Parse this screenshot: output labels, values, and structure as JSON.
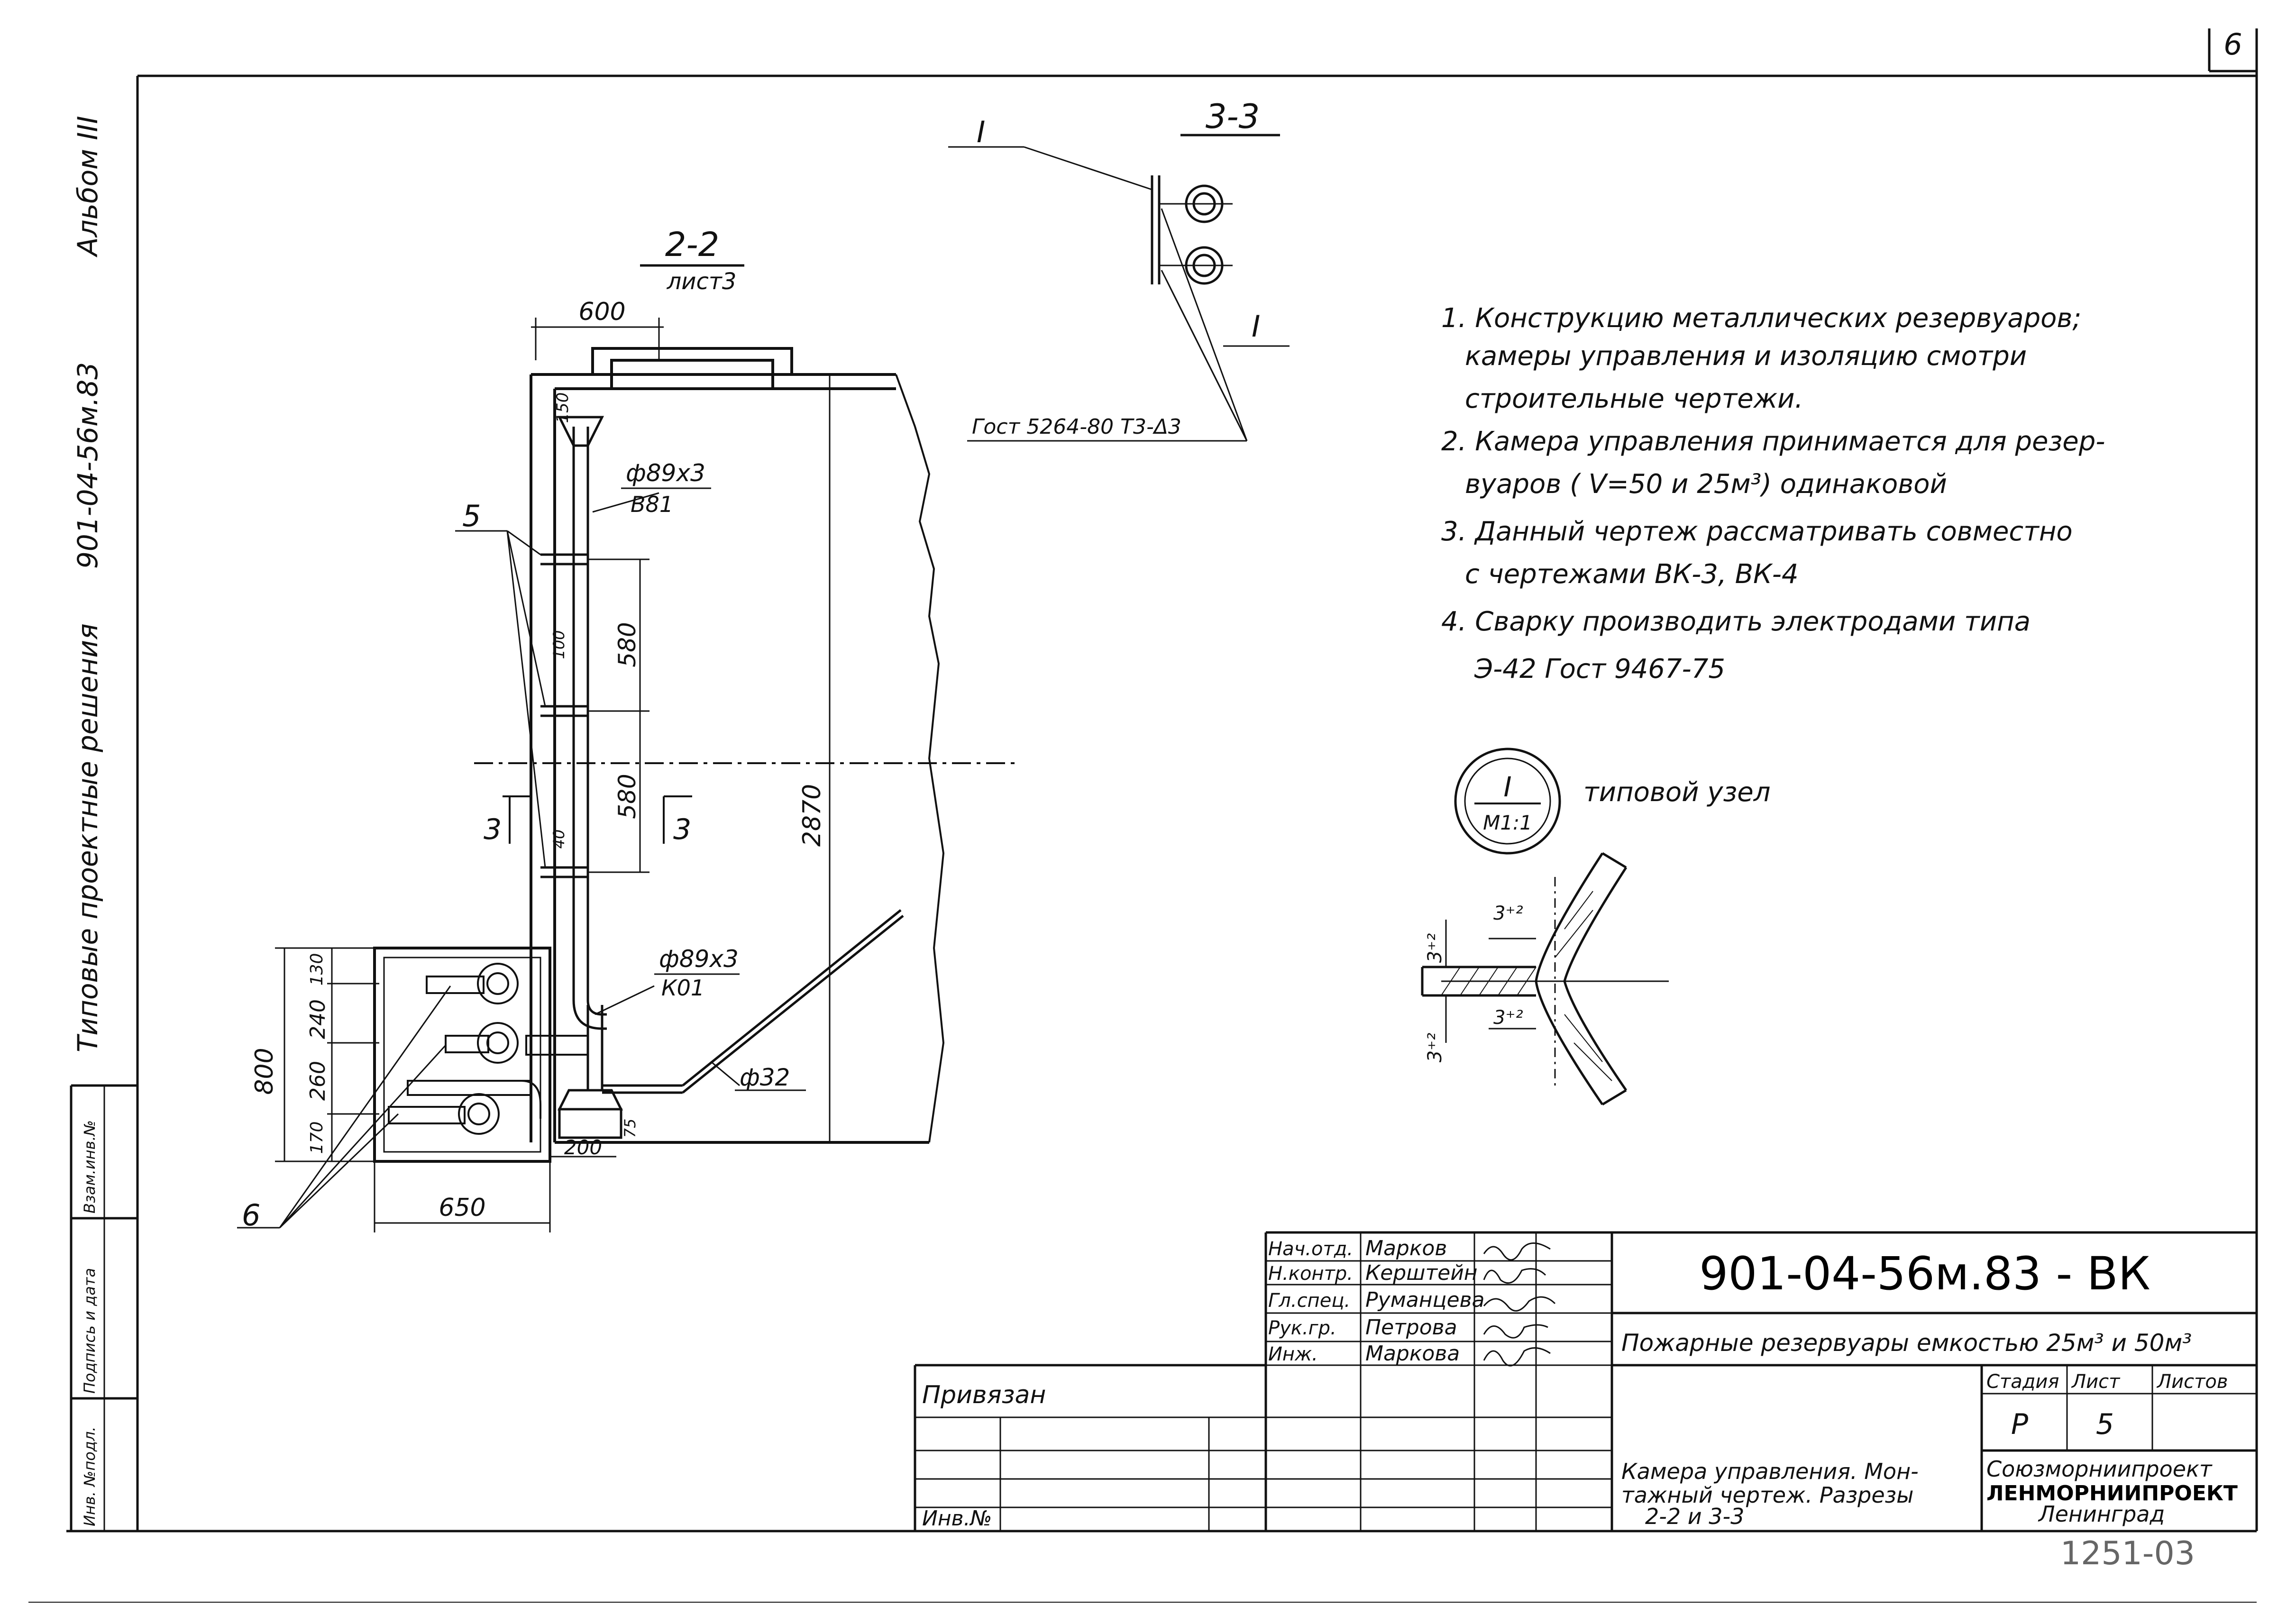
{
  "sheet_corner_number": "6",
  "side_margin": {
    "album": "Альбом III",
    "project_code": "901-04-56м.83",
    "series": "Типовые проектные решения",
    "cells": [
      "Инв. №подл.",
      "Подпись и дата",
      "Взам.инв.№"
    ]
  },
  "section_2_2": {
    "title": "2-2",
    "subtitle": "лист3",
    "dim_top": "600",
    "dim_150": "150",
    "pipe_upper": "ф89х3",
    "pipe_upper_code": "В81",
    "dim_580_a": "580",
    "dim_580_b": "580",
    "dim_100": "100",
    "dim_40": "40",
    "dim_2870": "2870",
    "leader_5": "5",
    "cut_mark_left": "3",
    "cut_mark_right": "3",
    "pipe_lower": "ф89х3",
    "pipe_lower_code": "К01",
    "pipe_drain": "ф32",
    "dim_800": "800",
    "dim_130": "130",
    "dim_240": "240",
    "dim_260": "260",
    "dim_170": "170",
    "dim_75": "75",
    "dim_200": "200",
    "dim_650": "650",
    "leader_6": "6"
  },
  "section_3_3": {
    "title": "3-3",
    "callout_top": "I",
    "callout_bottom": "I",
    "weld_note": "Гост 5264-80 Т3-Δ3"
  },
  "notes": [
    "1. Конструкцию металлических резервуаров;",
    "камеры управления и изоляцию смотри",
    "строительные чертежи.",
    "2. Камера управления принимается для резер-",
    "вуаров ( V=50 и 25м³) одинаковой",
    "3. Данный чертеж рассматривать совместно",
    "с чертежами ВК-3, ВК-4",
    "4. Сварку производить электродами типа",
    "Э-42 Гост 9467-75"
  ],
  "detail": {
    "label": "I",
    "scale": "М1:1",
    "caption": "типовой узел",
    "weld_top_a": "3⁺²",
    "weld_top_b": "3⁺²",
    "weld_bot_a": "3⁺²",
    "weld_bot_b": "3⁺²"
  },
  "title_block": {
    "signatures": [
      {
        "role": "Нач.отд.",
        "name": "Марков"
      },
      {
        "role": "Н.контр.",
        "name": "Керштейн"
      },
      {
        "role": "Гл.спец.",
        "name": "Руманцева"
      },
      {
        "role": "Рук.гр.",
        "name": "Петрова"
      },
      {
        "role": "Инж.",
        "name": "Маркова"
      }
    ],
    "code": "901-04-56м.83 - ВК",
    "project_title": "Пожарные резервуары емкостью 25м³ и 50м³",
    "privyazan": "Привязан",
    "inv_no": "Инв.№",
    "headers": [
      "Стадия",
      "Лист",
      "Листов"
    ],
    "stage": "Р",
    "sheet": "5",
    "sheets": "",
    "sheet_title": [
      "Камера управления. Мон-",
      "тажный чертеж. Разрезы",
      "2-2 и 3-3"
    ],
    "org": [
      "Союзморниипроект",
      "ЛЕНМОРНИИПРОЕКТ",
      "Ленинград"
    ],
    "archive_no": "1251-03"
  }
}
